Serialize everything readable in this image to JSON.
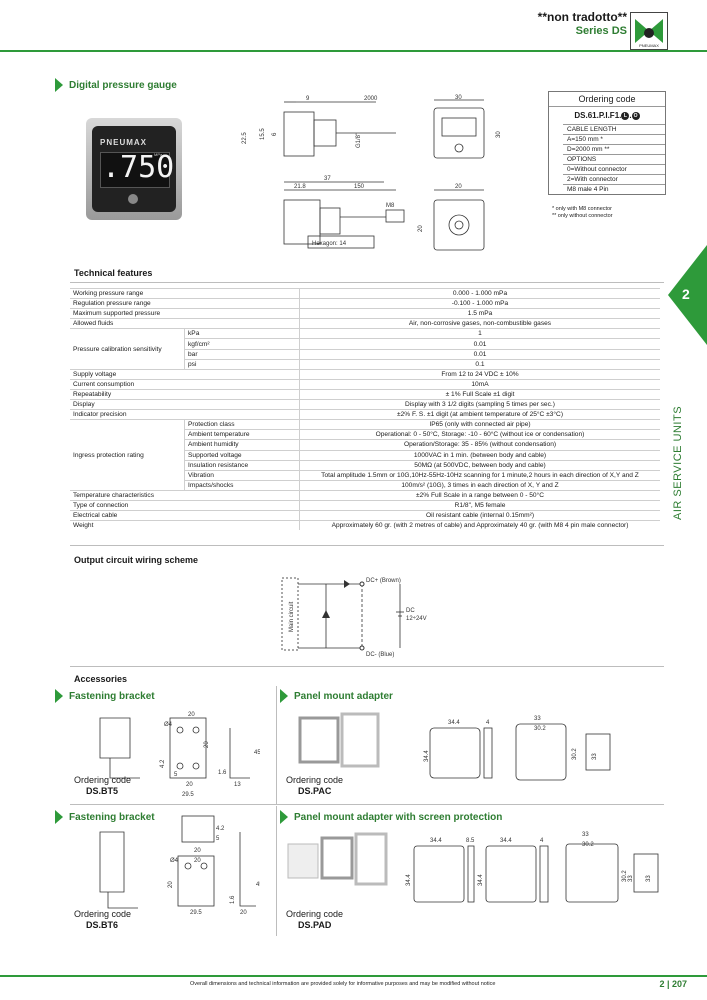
{
  "header": {
    "title": "**non tradotto**",
    "series": "Series DS",
    "logo_text": "PNEUMAX"
  },
  "side_tab": {
    "number": "2",
    "label": "AIR SERVICE UNITS"
  },
  "product": {
    "title": "Digital pressure gauge",
    "display_value": ".750",
    "display_unit": "MPa",
    "brand": "PNEUMAX",
    "dims": {
      "d9": "9",
      "d2000": "2000",
      "d30a": "30",
      "d30b": "30",
      "d22_5": "22.5",
      "d15_5": "15.5",
      "d6": "6",
      "g18": "G1/8\"",
      "d37": "37",
      "d21_8": "21.8",
      "d150": "150",
      "d20a": "20",
      "d20b": "20",
      "hexagon": "Hexagon: 14",
      "m8": "M8"
    }
  },
  "ordering": {
    "title": "Ordering code",
    "code": "DS.61.P.I.F1.",
    "l_mark": "L",
    "o_mark": "O",
    "rows": [
      "CABLE LENGTH",
      "A=150 mm *",
      "D=2000 mm **",
      "OPTIONS",
      "0=Without connector",
      "2=With connector",
      "M8 male 4 Pin"
    ],
    "notes": [
      "* only with M8 connector",
      "** only without connector"
    ]
  },
  "tech": {
    "title": "Technical features",
    "rows": [
      {
        "label": "Working pressure range",
        "value": "0.000 - 1.000 mPa"
      },
      {
        "label": "Regulation pressure range",
        "value": "-0.100 - 1.000 mPa"
      },
      {
        "label": "Maximum supported pressure",
        "value": "1.5 mPa"
      },
      {
        "label": "Allowed fluids",
        "value": "Air, non-corrosive gases, non-combustible gases"
      }
    ],
    "calib": {
      "label": "Pressure calibration sensitivity",
      "rows": [
        {
          "sub": "kPa",
          "value": "1"
        },
        {
          "sub": "kgf/cm²",
          "value": "0.01"
        },
        {
          "sub": "bar",
          "value": "0.01"
        },
        {
          "sub": "psi",
          "value": "0.1"
        }
      ]
    },
    "rows2": [
      {
        "label": "Supply voltage",
        "value": "From 12 to 24 VDC ± 10%"
      },
      {
        "label": "Current consumption",
        "value": "10mA"
      },
      {
        "label": "Repeatability",
        "value": "± 1% Full Scale ±1 digit"
      },
      {
        "label": "Display",
        "value": "Display with 3 1/2 digits (sampling 5 times per sec.)"
      },
      {
        "label": "Indicator precision",
        "value": "±2% F. S. ±1 digit (at ambient temperature of 25°C ±3°C)"
      }
    ],
    "ingress": {
      "label": "Ingress protection rating",
      "rows": [
        {
          "sub": "Protection class",
          "value": "IP65 (only with connected air pipe)"
        },
        {
          "sub": "Ambient temperature",
          "value": "Operational: 0 - 50°C, Storage: -10 - 60°C (without ice or condensation)"
        },
        {
          "sub": "Ambient humidity",
          "value": "Operation/Storage: 35 - 85% (without condensation)"
        },
        {
          "sub": "Supported voltage",
          "value": "1000VAC in 1 min. (between body and cable)"
        },
        {
          "sub": "Insulation resistance",
          "value": "50MΩ (at 500VDC, between body and cable)"
        },
        {
          "sub": "Vibration",
          "value": "Total amplitude 1.5mm or 10G,10Hz-55Hz-10Hz scanning for 1 minute,2 hours in each direction of X,Y and Z"
        },
        {
          "sub": "Impacts/shocks",
          "value": "100m/s² (10G), 3 times in each direction of X, Y and Z"
        }
      ]
    },
    "rows3": [
      {
        "label": "Temperature characteristics",
        "value": "±2% Full Scale in a range between 0 - 50°C"
      },
      {
        "label": "Type of connection",
        "value": "R1/8\", M5 female"
      },
      {
        "label": "Electrical cable",
        "value": "Oil resistant cable (internal 0.15mm²)"
      },
      {
        "label": "Weight",
        "value": "Approximately 60 gr. (with 2 metres of cable) and Approximately 40 gr. (with M8 4 pin male connector)"
      }
    ]
  },
  "wiring": {
    "title": "Output circuit wiring scheme",
    "main_circuit": "Main circuit",
    "dc_plus": "DC+ (Brown)",
    "dc_minus": "DC- (Blue)",
    "dc": "DC",
    "voltage": "12÷24V"
  },
  "accessories": {
    "title": "Accessories",
    "items": [
      {
        "title": "Fastening bracket",
        "order_label": "Ordering code",
        "code": "DS.BT5",
        "dims": [
          "20",
          "20",
          "45",
          "4.2",
          "5",
          "20",
          "1.6",
          "13",
          "29.5",
          "Ø4"
        ]
      },
      {
        "title": "Panel mount adapter",
        "order_label": "Ordering code",
        "code": "DS.PAC",
        "dims": [
          "34.4",
          "4",
          "33",
          "30.2",
          "34.4",
          "30.2",
          "33"
        ]
      },
      {
        "title": "Fastening bracket",
        "order_label": "Ordering code",
        "code": "DS.BT6",
        "dims": [
          "4.2",
          "20",
          "5",
          "20",
          "20",
          "45",
          "1.6",
          "29.5",
          "20",
          "Ø4"
        ]
      },
      {
        "title": "Panel mount adapter with screen protection",
        "order_label": "Ordering code",
        "code": "DS.PAD",
        "dims": [
          "34.4",
          "8.5",
          "34.4",
          "4",
          "33",
          "30.2",
          "34.4",
          "34.4",
          "30.2",
          "33",
          "33"
        ]
      }
    ]
  },
  "footer": {
    "note": "Overall dimensions and technical information are provided solely for informative purposes and may be modified without notice",
    "page": "2 | 207"
  },
  "colors": {
    "accent": "#2e9a3a",
    "accent_text": "#2e7d32"
  }
}
